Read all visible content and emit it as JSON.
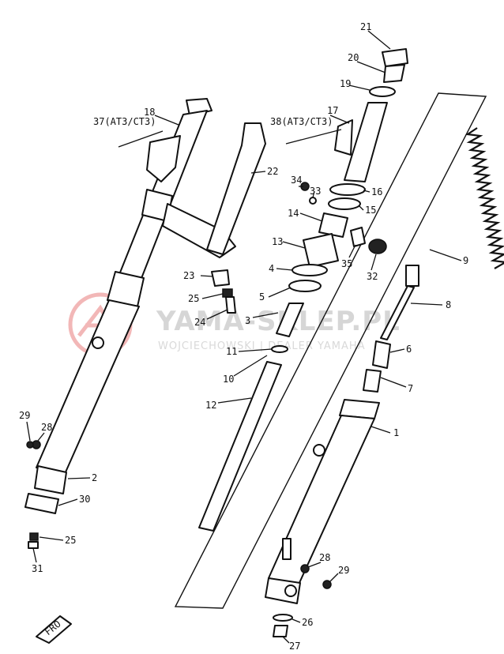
{
  "watermark": {
    "title": "YAMA-SKLEP.PL",
    "subtitle": "WOJCIECHOWSKI | DEALER YAMAHA"
  },
  "callouts": {
    "c1": "1",
    "c2": "2",
    "c3": "3",
    "c4": "4",
    "c5": "5",
    "c6": "6",
    "c7": "7",
    "c8": "8",
    "c9": "9",
    "c10": "10",
    "c11": "11",
    "c12": "12",
    "c13": "13",
    "c14": "14",
    "c15": "15",
    "c16": "16",
    "c17": "17",
    "c18": "18",
    "c19": "19",
    "c20": "20",
    "c21": "21",
    "c22": "22",
    "c23": "23",
    "c24": "24",
    "c25a": "25",
    "c25b": "25",
    "c26": "26",
    "c27": "27",
    "c28a": "28",
    "c28b": "28",
    "c29a": "29",
    "c29b": "29",
    "c30": "30",
    "c31": "31",
    "c32": "32",
    "c33": "33",
    "c34": "34",
    "c35": "35",
    "c37": "37(AT3/CT3)",
    "c38": "38(AT3/CT3)"
  },
  "front_marker": "FRO"
}
